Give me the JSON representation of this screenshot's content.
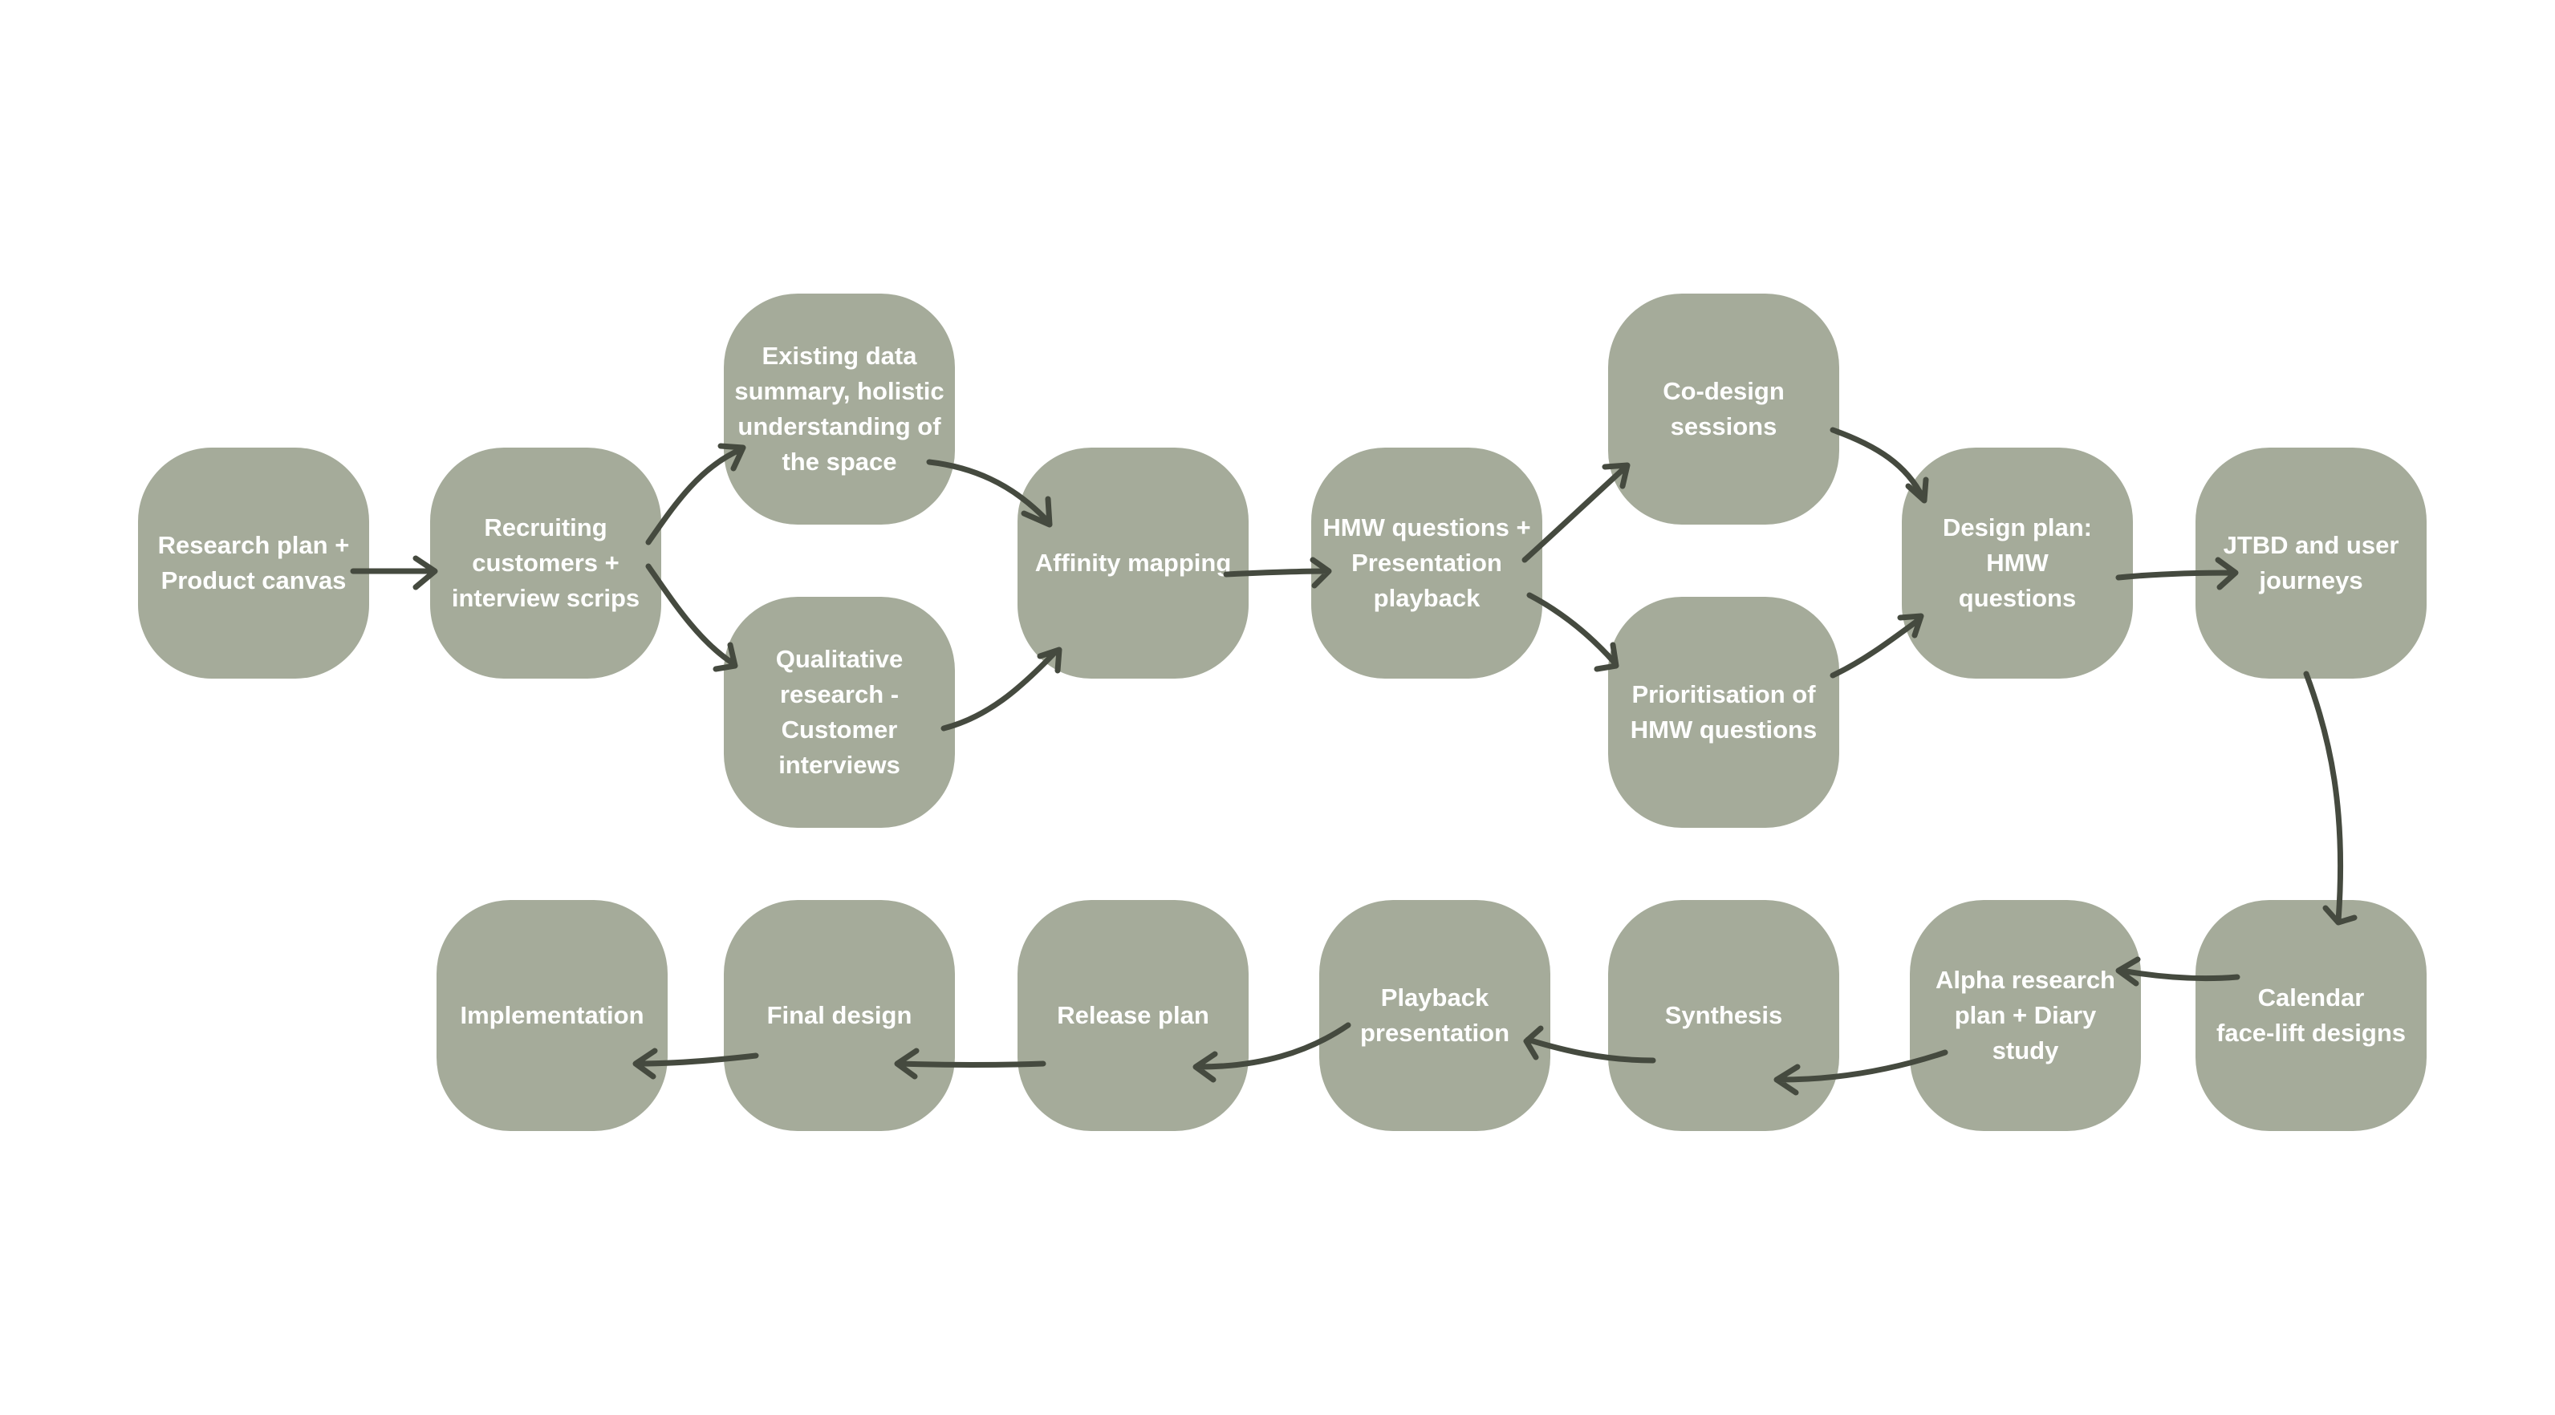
{
  "diagram": {
    "colors": {
      "background": "#ffffff",
      "node_fill": "#a5ab9a",
      "node_text": "#ffffff",
      "arrow": "#454a3f"
    },
    "nodes": {
      "research_plan": "Research plan +\nProduct canvas",
      "recruiting": "Recruiting\ncustomers +\ninterview scrips",
      "existing_data": "Existing data\nsummary, holistic\nunderstanding of\nthe space",
      "qualitative_research": "Qualitative\nresearch -\nCustomer\ninterviews",
      "affinity_mapping": "Affinity mapping",
      "hmw_questions": "HMW questions +\nPresentation\nplayback",
      "co_design": "Co-design\nsessions",
      "prioritisation": "Prioritisation of\nHMW questions",
      "design_plan": "Design plan: HMW\nquestions",
      "jtbd": "JTBD and user\njourneys",
      "calendar": "Calendar\nface-lift designs",
      "alpha_research": "Alpha research\nplan + Diary\nstudy",
      "synthesis": "Synthesis",
      "playback_presentation": "Playback\npresentation",
      "release_plan": "Release plan",
      "final_design": "Final design",
      "implementation": "Implementation"
    },
    "connections": [
      {
        "from": "research_plan",
        "to": "recruiting"
      },
      {
        "from": "recruiting",
        "to": "existing_data"
      },
      {
        "from": "recruiting",
        "to": "qualitative_research"
      },
      {
        "from": "existing_data",
        "to": "affinity_mapping"
      },
      {
        "from": "qualitative_research",
        "to": "affinity_mapping"
      },
      {
        "from": "affinity_mapping",
        "to": "hmw_questions"
      },
      {
        "from": "hmw_questions",
        "to": "co_design"
      },
      {
        "from": "hmw_questions",
        "to": "prioritisation"
      },
      {
        "from": "co_design",
        "to": "design_plan"
      },
      {
        "from": "prioritisation",
        "to": "design_plan"
      },
      {
        "from": "design_plan",
        "to": "jtbd"
      },
      {
        "from": "jtbd",
        "to": "calendar"
      },
      {
        "from": "calendar",
        "to": "alpha_research"
      },
      {
        "from": "alpha_research",
        "to": "synthesis"
      },
      {
        "from": "synthesis",
        "to": "playback_presentation"
      },
      {
        "from": "playback_presentation",
        "to": "release_plan"
      },
      {
        "from": "release_plan",
        "to": "final_design"
      },
      {
        "from": "final_design",
        "to": "implementation"
      }
    ]
  }
}
